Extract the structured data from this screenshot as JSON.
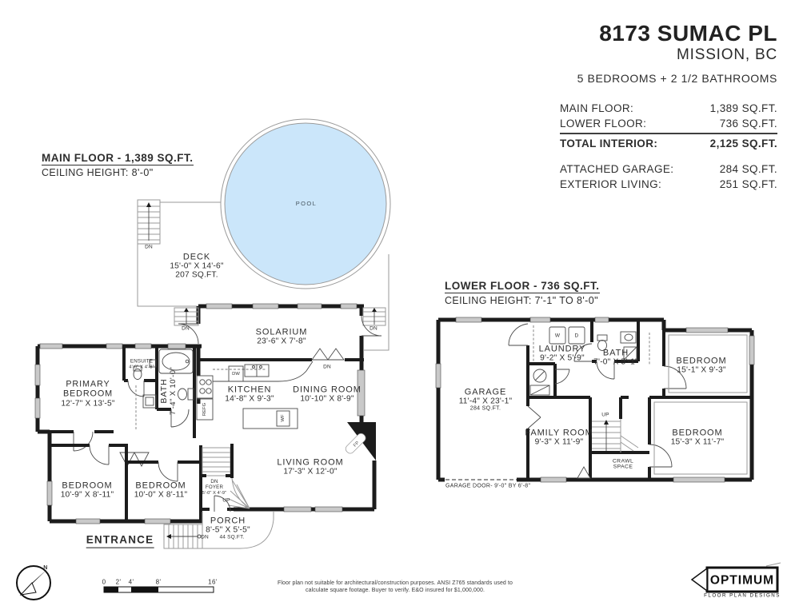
{
  "colors": {
    "pool_fill": "#cbe6fa",
    "wall": "#1c1c1c",
    "window": "#c9c9c9",
    "accent_line": "#9a9a9a"
  },
  "header": {
    "address": "8173 SUMAC PL",
    "city": "MISSION, BC",
    "summary": "5 BEDROOMS + 2 1/2 BATHROOMS",
    "stats": [
      {
        "label": "MAIN FLOOR:",
        "value": "1,389 SQ.FT."
      },
      {
        "label": "LOWER FLOOR:",
        "value": "736 SQ.FT."
      },
      {
        "label": "TOTAL INTERIOR:",
        "value": "2,125 SQ.FT."
      }
    ],
    "stats2": [
      {
        "label": "ATTACHED GARAGE:",
        "value": "284 SQ.FT."
      },
      {
        "label": "EXTERIOR LIVING:",
        "value": "251 SQ.FT."
      }
    ]
  },
  "labels": {
    "dn": "DN",
    "up": "UP"
  },
  "main_floor": {
    "title": "MAIN FLOOR - 1,389 SQ.FT.",
    "ceiling": "CEILING HEIGHT: 8'-0\"",
    "pool": "POOL",
    "deck": {
      "name": "DECK",
      "dims": "15'-0\" X 14'-6\"",
      "area": "207 SQ.FT."
    },
    "solarium": {
      "name": "SOLARIUM",
      "dims": "23'-6\" X 7'-8\""
    },
    "primary": {
      "name1": "PRIMARY",
      "name2": "BEDROOM",
      "dims": "12'-7\" X 13'-5\""
    },
    "ensuite": {
      "name": "ENSUITE",
      "dims": "4'-6\" X 4'-8\""
    },
    "bath": {
      "name": "BATH",
      "dims": "7'-4\" X 10'-0\""
    },
    "kitchen": {
      "name": "KITCHEN",
      "dims": "14'-8\" X 9'-3\""
    },
    "dining": {
      "name": "DINING ROOM",
      "dims": "10'-10\" X 8'-9\""
    },
    "living": {
      "name": "LIVING ROOM",
      "dims": "17'-3\" X 12'-0\""
    },
    "bedroom_left": {
      "name": "BEDROOM",
      "dims": "10'-9\" X 8'-11\""
    },
    "bedroom_mid": {
      "name": "BEDROOM",
      "dims": "10'-0\" X 8'-11\""
    },
    "foyer": {
      "dn": "DN",
      "name": "FOYER",
      "dims": "5'-0\" X 4'-9\"",
      "up": "UP"
    },
    "porch": {
      "name": "PORCH",
      "dims": "8'-5\" X 5'-5\"",
      "area": "44 SQ.FT."
    },
    "entrance": "ENTRANCE",
    "tags": {
      "dw": "DW",
      "refg": "REFG",
      "wf": "WF",
      "fp": "FP"
    }
  },
  "lower_floor": {
    "title": "LOWER FLOOR - 736 SQ.FT.",
    "ceiling": "CEILING HEIGHT: 7'-1\" TO 8'-0\"",
    "garage": {
      "name": "GARAGE",
      "dims": "11'-4\" X 23'-1\"",
      "area": "284 SQ.FT."
    },
    "laundry": {
      "name": "LAUNDRY",
      "dims": "9'-2\" X 5'-9\"",
      "w": "W",
      "d": "D"
    },
    "bath": {
      "name": "BATH",
      "dims": "7'-0\" X 5'-1\""
    },
    "bedroom_top": {
      "name": "BEDROOM",
      "dims": "15'-1\" X 9'-3\""
    },
    "family": {
      "name": "FAMILY ROOM",
      "dims": "9'-3\" X 11'-9\""
    },
    "bedroom_bottom": {
      "name": "BEDROOM",
      "dims": "15'-3\" X 11'-7\""
    },
    "crawl": {
      "line1": "CRAWL",
      "line2": "SPACE"
    },
    "garage_door": "GARAGE DOOR- 9'-0\" BY 6'-8\""
  },
  "footer": {
    "compass_n": "N",
    "scale_ticks": [
      "0",
      "2'",
      "4'",
      "8'",
      "16'"
    ],
    "disclaimer1": "Floor plan not suitable for architectural/construction purposes. ANSI Z765 standards used to",
    "disclaimer2": "calculate square footage. Buyer to verify.  E&O insured for $1,000,000.",
    "logo_name": "OPTIMUM",
    "logo_sub": "FLOOR PLAN DESIGNS"
  }
}
